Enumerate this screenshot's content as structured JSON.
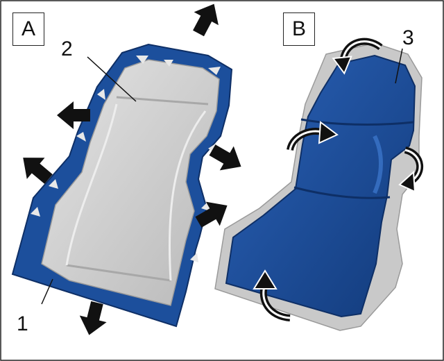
{
  "panels": [
    {
      "id": "A",
      "label": "A"
    },
    {
      "id": "B",
      "label": "B"
    }
  ],
  "callouts": [
    {
      "number": "1"
    },
    {
      "number": "2"
    },
    {
      "number": "3"
    }
  ],
  "colors": {
    "cover_blue": "#1c4f9c",
    "cover_blue_dark": "#123a7a",
    "foam_gray": "#c9c9c9",
    "foam_gray_light": "#dedede",
    "arrow_black": "#111111",
    "frame": "#222222"
  },
  "arrows": {
    "panel_a_direction": "outward",
    "panel_b_direction": "curved-wrap"
  }
}
